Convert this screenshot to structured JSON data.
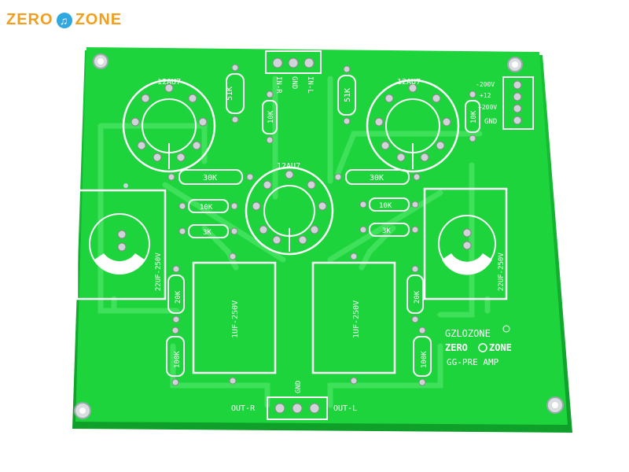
{
  "brand": {
    "part1": "ZERO",
    "part2": "ZONE"
  },
  "board": {
    "tube_left": "12AU7",
    "tube_center": "12AU7",
    "tube_right": "12AU7",
    "input_labels": [
      "IN-R",
      "GND",
      "IN-L"
    ],
    "power_labels": [
      "-200V",
      "+12",
      "+200V",
      "GND"
    ],
    "output_labels": {
      "left": "OUT-R",
      "gnd": "GND",
      "right": "OUT-L"
    },
    "resistors": {
      "r_51k_left": "51K",
      "r_10k_top": "10K",
      "r_51k_right": "51K",
      "r_10k_right": "10K",
      "r_30k_left": "30K",
      "r_30k_right": "30K",
      "r_10k_midleft": "10K",
      "r_3k_left": "3K",
      "r_10k_midright": "10K",
      "r_3k_right": "3K",
      "r_20k_left": "20K",
      "r_20k_right": "20K",
      "r_100k_left": "100K",
      "r_100k_right": "100K"
    },
    "caps": {
      "electro_left": "22UF-250V",
      "electro_right": "22UF-250V",
      "film_left": "1UF-250V",
      "film_right": "1UF-250V"
    },
    "brand_block": {
      "line1": "GZLOZONE",
      "line2_a": "ZERO",
      "line2_b": "ZONE",
      "line3": "GG-PRE AMP"
    }
  },
  "colors": {
    "pcb": "#1bd13a",
    "trace": "#3fe05a",
    "silk": "#ffffff",
    "logo": "#f0a020"
  }
}
